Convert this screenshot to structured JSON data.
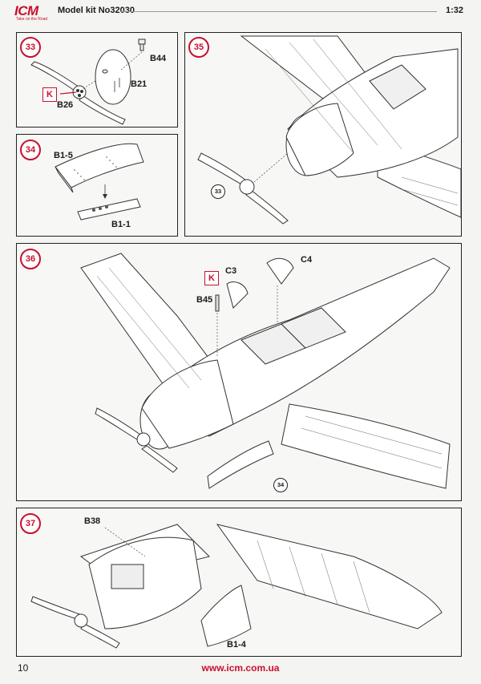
{
  "header": {
    "logo": "ICM",
    "logo_tagline": "Take on the Road",
    "model_kit": "Model kit No32030",
    "scale": "1:32"
  },
  "steps": [
    {
      "number": "33",
      "labels": {
        "b44": "B44",
        "b21": "B21",
        "b26": "B26",
        "k": "K"
      }
    },
    {
      "number": "34",
      "labels": {
        "b1_5": "B1-5",
        "b1_1": "B1-1"
      }
    },
    {
      "number": "35",
      "ref": "33"
    },
    {
      "number": "36",
      "labels": {
        "k": "K",
        "c3": "C3",
        "c4": "C4",
        "b45": "B45"
      },
      "ref": "34"
    },
    {
      "number": "37",
      "labels": {
        "b38": "B38",
        "b1_4": "B1-4"
      }
    }
  ],
  "footer": {
    "page": "10",
    "url": "www.icm.com.ua"
  },
  "colors": {
    "accent": "#c8102e",
    "line": "#222222"
  }
}
